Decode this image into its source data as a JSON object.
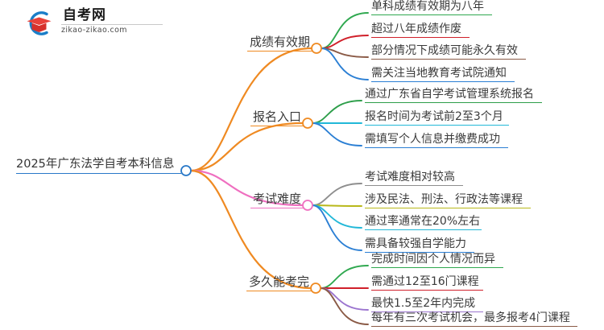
{
  "logo": {
    "name": "自考网",
    "url": "zikao-zikao.com",
    "mark_icon": "graduation-cap-icon",
    "arc_color": "#1a7ec8",
    "cap_color": "#e8413a"
  },
  "mindmap": {
    "root": {
      "label": "2025年广东法学自考本科信息",
      "color": "#2878c8",
      "node_color": "#2878c8"
    },
    "branches": [
      {
        "label": "成绩有效期",
        "color": "#ef8a22",
        "node_color": "#ef8a22",
        "leaves": [
          {
            "label": "单科成绩有效期为八年",
            "color": "#2fa84f"
          },
          {
            "label": "超过八年成绩作废",
            "color": "#d0202a"
          },
          {
            "label": "部分情况下成绩可能永久有效",
            "color": "#8a5a46"
          },
          {
            "label": "需关注当地教育考试院通知",
            "color": "#2b7fd4"
          }
        ]
      },
      {
        "label": "报名入口",
        "color": "#ef8a22",
        "node_color": "#ef8a22",
        "leaves": [
          {
            "label": "通过广东省自学考试管理系统报名",
            "color": "#2d9e4a"
          },
          {
            "label": "报名时间为考试前2至3个月",
            "color": "#22b8d8"
          },
          {
            "label": "需填写个人信息并缴费成功",
            "color": "#2b7fd4"
          }
        ]
      },
      {
        "label": "考试难度",
        "color": "#ef6fc0",
        "node_color": "#ef6fc0",
        "leaves": [
          {
            "label": "考试难度相对较高",
            "color": "#8e8e8e"
          },
          {
            "label": "涉及民法、刑法、行政法等课程",
            "color": "#b8b81a"
          },
          {
            "label": "通过率通常在20%左右",
            "color": "#22b8d8"
          },
          {
            "label": "需具备较强自学能力",
            "color": "#2b7fd4"
          }
        ]
      },
      {
        "label": "多久能考完",
        "color": "#ef8a22",
        "node_color": "#ef8a22",
        "leaves": [
          {
            "label": "完成时间因个人情况而异",
            "color": "#2fa84f"
          },
          {
            "label": "需通过12至16门课程",
            "color": "#d0202a"
          },
          {
            "label": "最快1.5至2年内完成",
            "color": "#9b74cf"
          },
          {
            "label": "每年有三次考试机会，最多报考4门课程",
            "color": "#8a5a46"
          }
        ]
      }
    ]
  }
}
